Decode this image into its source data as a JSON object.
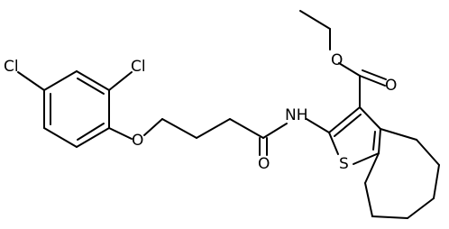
{
  "molecule": {
    "atom_labels": {
      "cl_left": "Cl",
      "cl_top": "Cl",
      "o_ether": "O",
      "o_carbonyl": "O",
      "nh": "NH",
      "s_ring": "S",
      "o_ester_single": "O",
      "o_ester_double": "O"
    },
    "colors": {
      "bond": "#000000",
      "background": "#ffffff"
    }
  }
}
